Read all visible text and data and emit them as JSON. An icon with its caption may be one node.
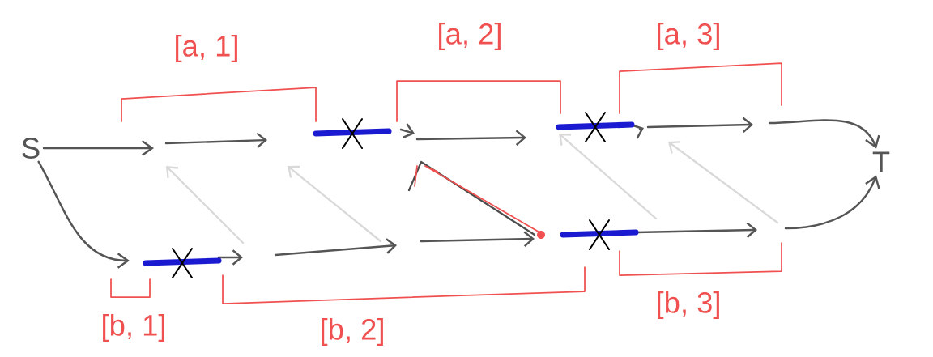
{
  "diagram": {
    "nodes": [
      {
        "text": [
          "S"
        ]
      },
      {
        "text": [
          "T"
        ]
      }
    ],
    "edges": [
      {
        "from": 0,
        "to": null,
        "arrow": "to"
      },
      {
        "from": 0,
        "to": null,
        "arrow": "to"
      },
      {
        "from": null,
        "to": 1,
        "arrow": "to"
      },
      {
        "from": null,
        "to": 1,
        "arrow": "to"
      }
    ],
    "labels": [
      "[a, 1]",
      "[a, 2]",
      "[a, 3]",
      "[b, 1]",
      "[b, 2]",
      "[b, 3]"
    ]
  }
}
